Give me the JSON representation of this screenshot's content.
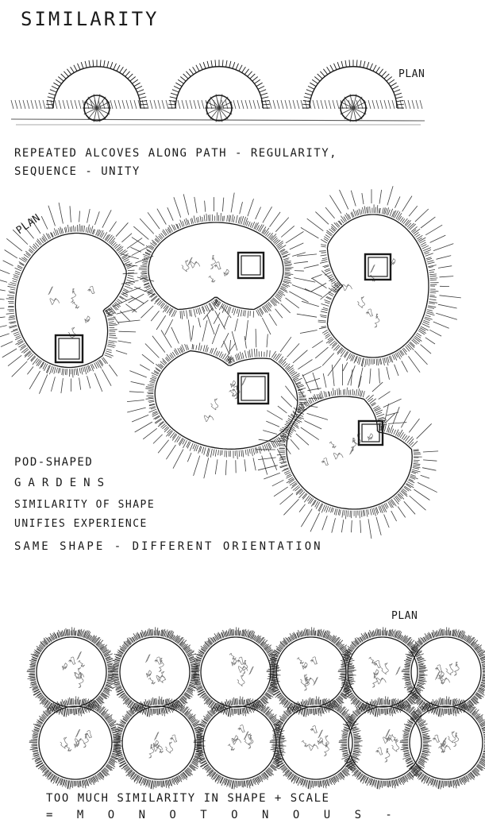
{
  "title": "SIMILARITY",
  "labels": {
    "plan_top": "PLAN",
    "plan_middle": "PLAN",
    "plan_bottom": "PLAN"
  },
  "captions": {
    "alcoves_line1": "REPEATED ALCOVES ALONG PATH - REGULARITY,",
    "alcoves_line2": "SEQUENCE - UNITY",
    "pods_line1": "POD-SHAPED",
    "pods_line2": "GARDENS",
    "pods_line3": "SIMILARITY OF SHAPE",
    "pods_line4": "UNIFIES EXPERIENCE",
    "pods_line5": "SAME SHAPE - DIFFERENT ORIENTATION",
    "circles_line1": "TOO MUCH SIMILARITY IN SHAPE + SCALE",
    "circles_line2": "= M O N O T O N O U S -"
  },
  "colors": {
    "ink": "#1a1a1a",
    "paper": "#ffffff"
  }
}
